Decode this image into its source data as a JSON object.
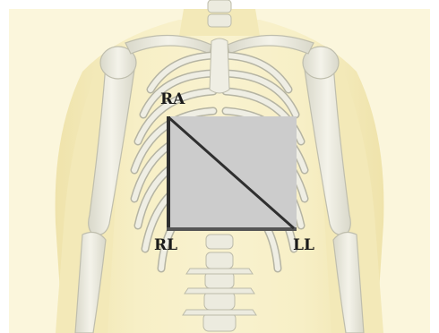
{
  "labels": {
    "ra": "RA",
    "rl": "RL",
    "ll": "LL"
  },
  "colors": {
    "background": "#ffffff",
    "skin": "#f6eec0",
    "skin_shadow": "#e9dd9f",
    "bone": "#ecebdf",
    "bone_outline": "#b9b8a8",
    "panel_fill": "#cccccc",
    "panel_line": "#333333"
  },
  "icons": [
    "skeleton-torso-illustration",
    "electrode-triangle"
  ]
}
